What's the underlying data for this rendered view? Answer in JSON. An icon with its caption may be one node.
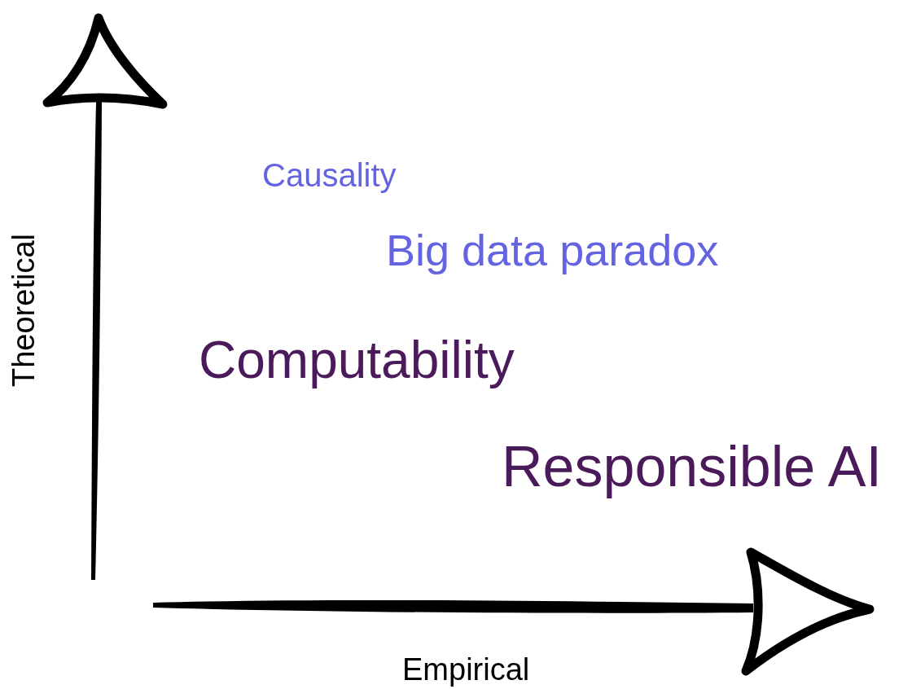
{
  "diagram": {
    "labels": [
      "Causality",
      "Big data paradox",
      "Theoretical",
      "Computability",
      "Responsible AI",
      "Empirical"
    ]
  }
}
